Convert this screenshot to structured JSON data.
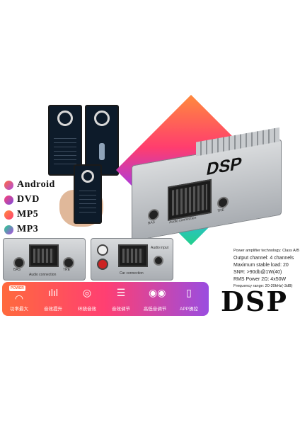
{
  "features_list": [
    {
      "label": "Android",
      "color": "#e0467c"
    },
    {
      "label": "DVD",
      "color": "#b04be0"
    },
    {
      "label": "MP5",
      "color": "#ff6a3d"
    },
    {
      "label": "MP3",
      "color": "#2bb6a0"
    }
  ],
  "device_front": {
    "logo": "DSP",
    "left_port": "BAS",
    "right_port": "TRE",
    "connector_label": "Audio connection"
  },
  "panel_left": {
    "left_port": "BAS",
    "right_port": "TRE",
    "caption": "Audio connection"
  },
  "panel_right": {
    "caption": "Car connection",
    "side_label": "Audio input"
  },
  "specs": {
    "header": "Power amplifier technology: Class A/B",
    "lines": [
      "Output channel: 4 channels",
      "Maximum stable load: 20",
      "SNR: >90db@1W(40)",
      "RMS Power 2Ω: 4x50W",
      "Frequency range: 20-20kHz(-3dB)"
    ]
  },
  "banner": {
    "power_badge": "POWER",
    "items": [
      {
        "label": "功率最大",
        "icon": "wifi-icon"
      },
      {
        "label": "音效提升",
        "icon": "waveform-icon"
      },
      {
        "label": "环绕音效",
        "icon": "surround-icon"
      },
      {
        "label": "音效调节",
        "icon": "sliders-icon"
      },
      {
        "label": "高低音调节",
        "icon": "speakers-icon"
      },
      {
        "label": "APP操控",
        "icon": "phone-icon"
      }
    ]
  },
  "brand": "DSP"
}
